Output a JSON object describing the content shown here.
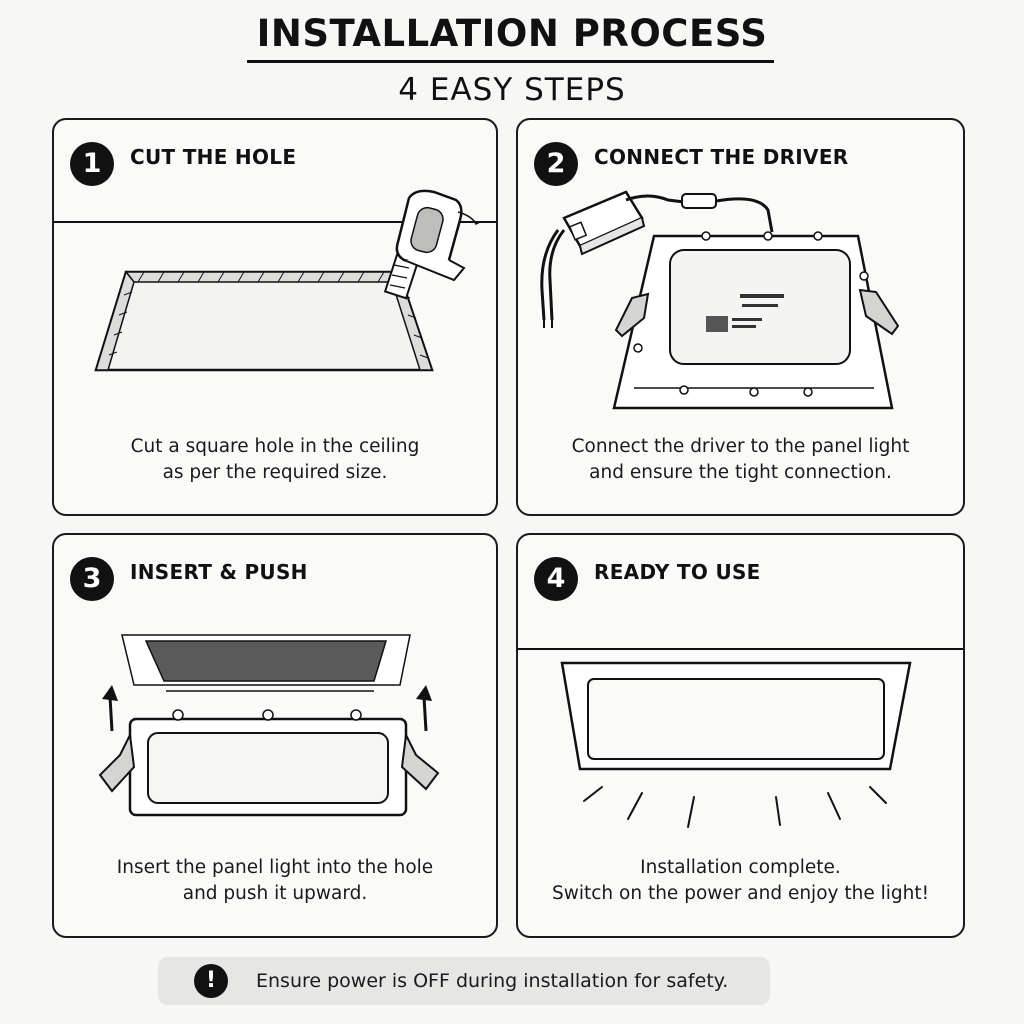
{
  "header": {
    "title": "INSTALLATION PROCESS",
    "subtitle": "4 EASY STEPS"
  },
  "steps": [
    {
      "number": "1",
      "title": "CUT THE HOLE",
      "caption_lines": [
        "Cut a square hole in the ceiling",
        "as per the required size."
      ],
      "illustration": "ceiling-hole-saw"
    },
    {
      "number": "2",
      "title": "CONNECT THE DRIVER",
      "caption_lines": [
        "Connect the driver to the panel light",
        "and ensure the tight connection."
      ],
      "illustration": "driver-connected-panel"
    },
    {
      "number": "3",
      "title": "INSERT & PUSH",
      "caption_lines": [
        "Insert the panel light into the hole",
        "and push it upward."
      ],
      "illustration": "panel-insert-arrows"
    },
    {
      "number": "4",
      "title": "READY TO USE",
      "caption_lines": [
        "Installation complete.",
        "Switch on the power and enjoy the light!"
      ],
      "illustration": "panel-light-rays"
    }
  ],
  "notice": {
    "icon": "exclamation-icon",
    "text": "Ensure power is OFF during installation for safety."
  },
  "colors": {
    "ink": "#111111",
    "background": "#f7f7f6",
    "notice_background": "#e6e6e5"
  }
}
